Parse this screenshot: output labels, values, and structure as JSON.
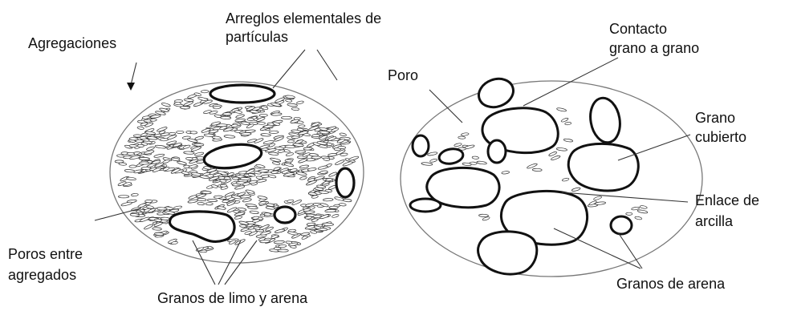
{
  "diagram": {
    "left_labels": {
      "aggregations": "Agregaciones",
      "elemental_arrangements_line1": "Arreglos elementales de",
      "elemental_arrangements_line2": "partículas",
      "pores_between_line1": "Poros  entre",
      "pores_between_line2": "agregados",
      "silt_sand_grains": "Granos de limo y arena"
    },
    "right_labels": {
      "pore": "Poro",
      "contact_line1": "Contacto",
      "contact_line2": "grano a grano",
      "coated_grain_line1": "Grano",
      "coated_grain_line2": "cubierto",
      "clay_bond_line1": "Enlace de",
      "clay_bond_line2": "arcilla",
      "sand_grains": "Granos de arena"
    },
    "colors": {
      "ink": "#111111",
      "background": "#ffffff"
    }
  }
}
